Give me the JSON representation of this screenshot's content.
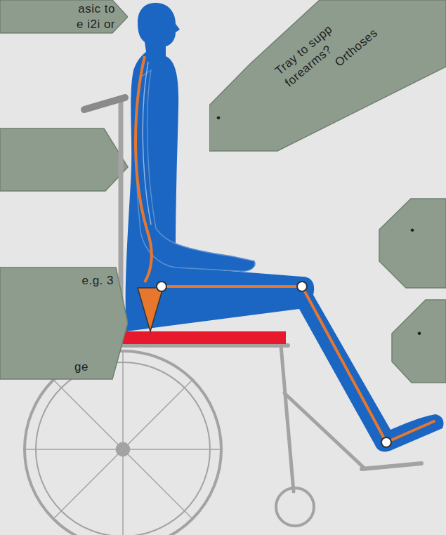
{
  "diagram": {
    "nodes": [
      {
        "text": [
          "asic to",
          "e i2i or"
        ]
      },
      {
        "text": [
          "e.g. 3",
          "ge"
        ]
      },
      {
        "text": [
          "Tray to supp",
          "forearms?",
          "Orthoses",
          "•"
        ]
      },
      {
        "text": [
          "•"
        ]
      },
      {
        "text": [
          "•"
        ]
      }
    ]
  }
}
